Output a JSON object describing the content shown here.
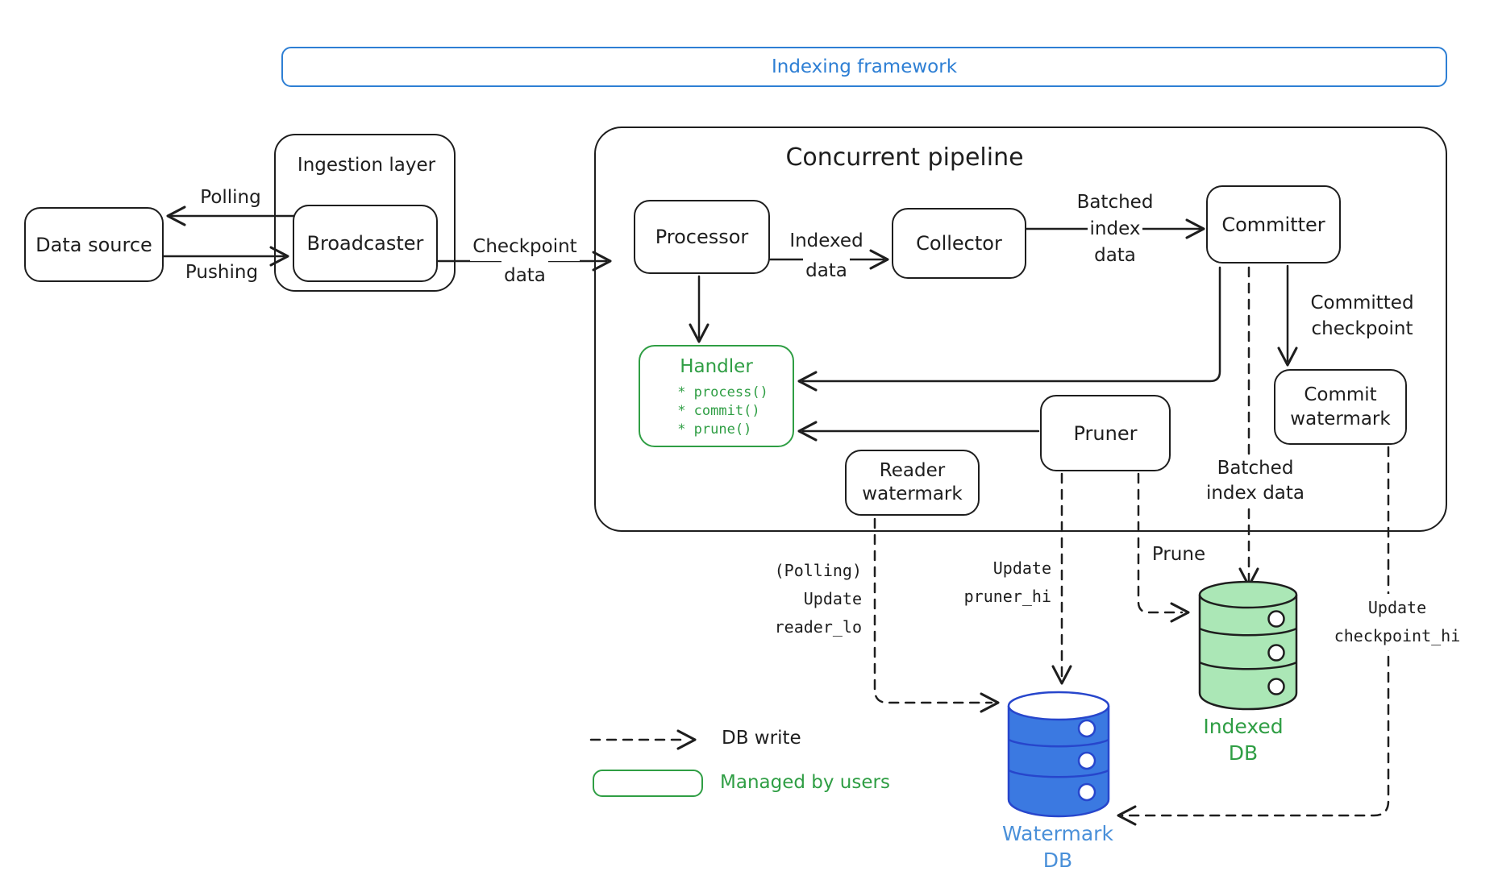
{
  "frame": {
    "title": "Indexing framework"
  },
  "pipeline": {
    "title": "Concurrent pipeline"
  },
  "nodes": {
    "data_source": "Data source",
    "ingestion_layer": "Ingestion layer",
    "broadcaster": "Broadcaster",
    "processor": "Processor",
    "collector": "Collector",
    "committer": "Committer",
    "pruner": "Pruner",
    "reader_watermark": {
      "line1": "Reader",
      "line2": "watermark"
    },
    "commit_watermark": {
      "line1": "Commit",
      "line2": "watermark"
    },
    "handler": {
      "title": "Handler",
      "methods": [
        "* process()",
        "* commit()",
        "* prune()"
      ]
    }
  },
  "edge_labels": {
    "polling": "Polling",
    "pushing": "Pushing",
    "checkpoint_data": {
      "line1": "Checkpoint",
      "line2": "data"
    },
    "indexed_data": {
      "line1": "Indexed",
      "line2": "data"
    },
    "batched_index_data": {
      "line1": "Batched",
      "line2": "index",
      "line3": "data"
    },
    "committed_checkpoint": {
      "line1": "Committed",
      "line2": "checkpoint"
    },
    "update_reader_lo": {
      "line1": "(Polling)",
      "line2": "Update",
      "line3": "reader_lo"
    },
    "update_pruner_hi": {
      "line1": "Update",
      "line2": "pruner_hi"
    },
    "prune": "Prune",
    "batched_index_data_2": {
      "line1": "Batched",
      "line2": "index data"
    },
    "update_checkpoint_hi": {
      "line1": "Update",
      "line2": "checkpoint_hi"
    }
  },
  "databases": {
    "watermark_db": {
      "line1": "Watermark",
      "line2": "DB"
    },
    "indexed_db": {
      "line1": "Indexed",
      "line2": "DB"
    }
  },
  "legend": {
    "db_write": "DB write",
    "managed_by_users": "Managed by users"
  },
  "colors": {
    "ink": "#1e1e1e",
    "blue_accent": "#2e7fd4",
    "green_accent": "#2f9e44",
    "db_blue_fill": "#3b79e1",
    "db_blue_stroke": "#2746cc",
    "db_blue_label": "#4a90d9",
    "db_green_fill": "#abe7b6"
  }
}
